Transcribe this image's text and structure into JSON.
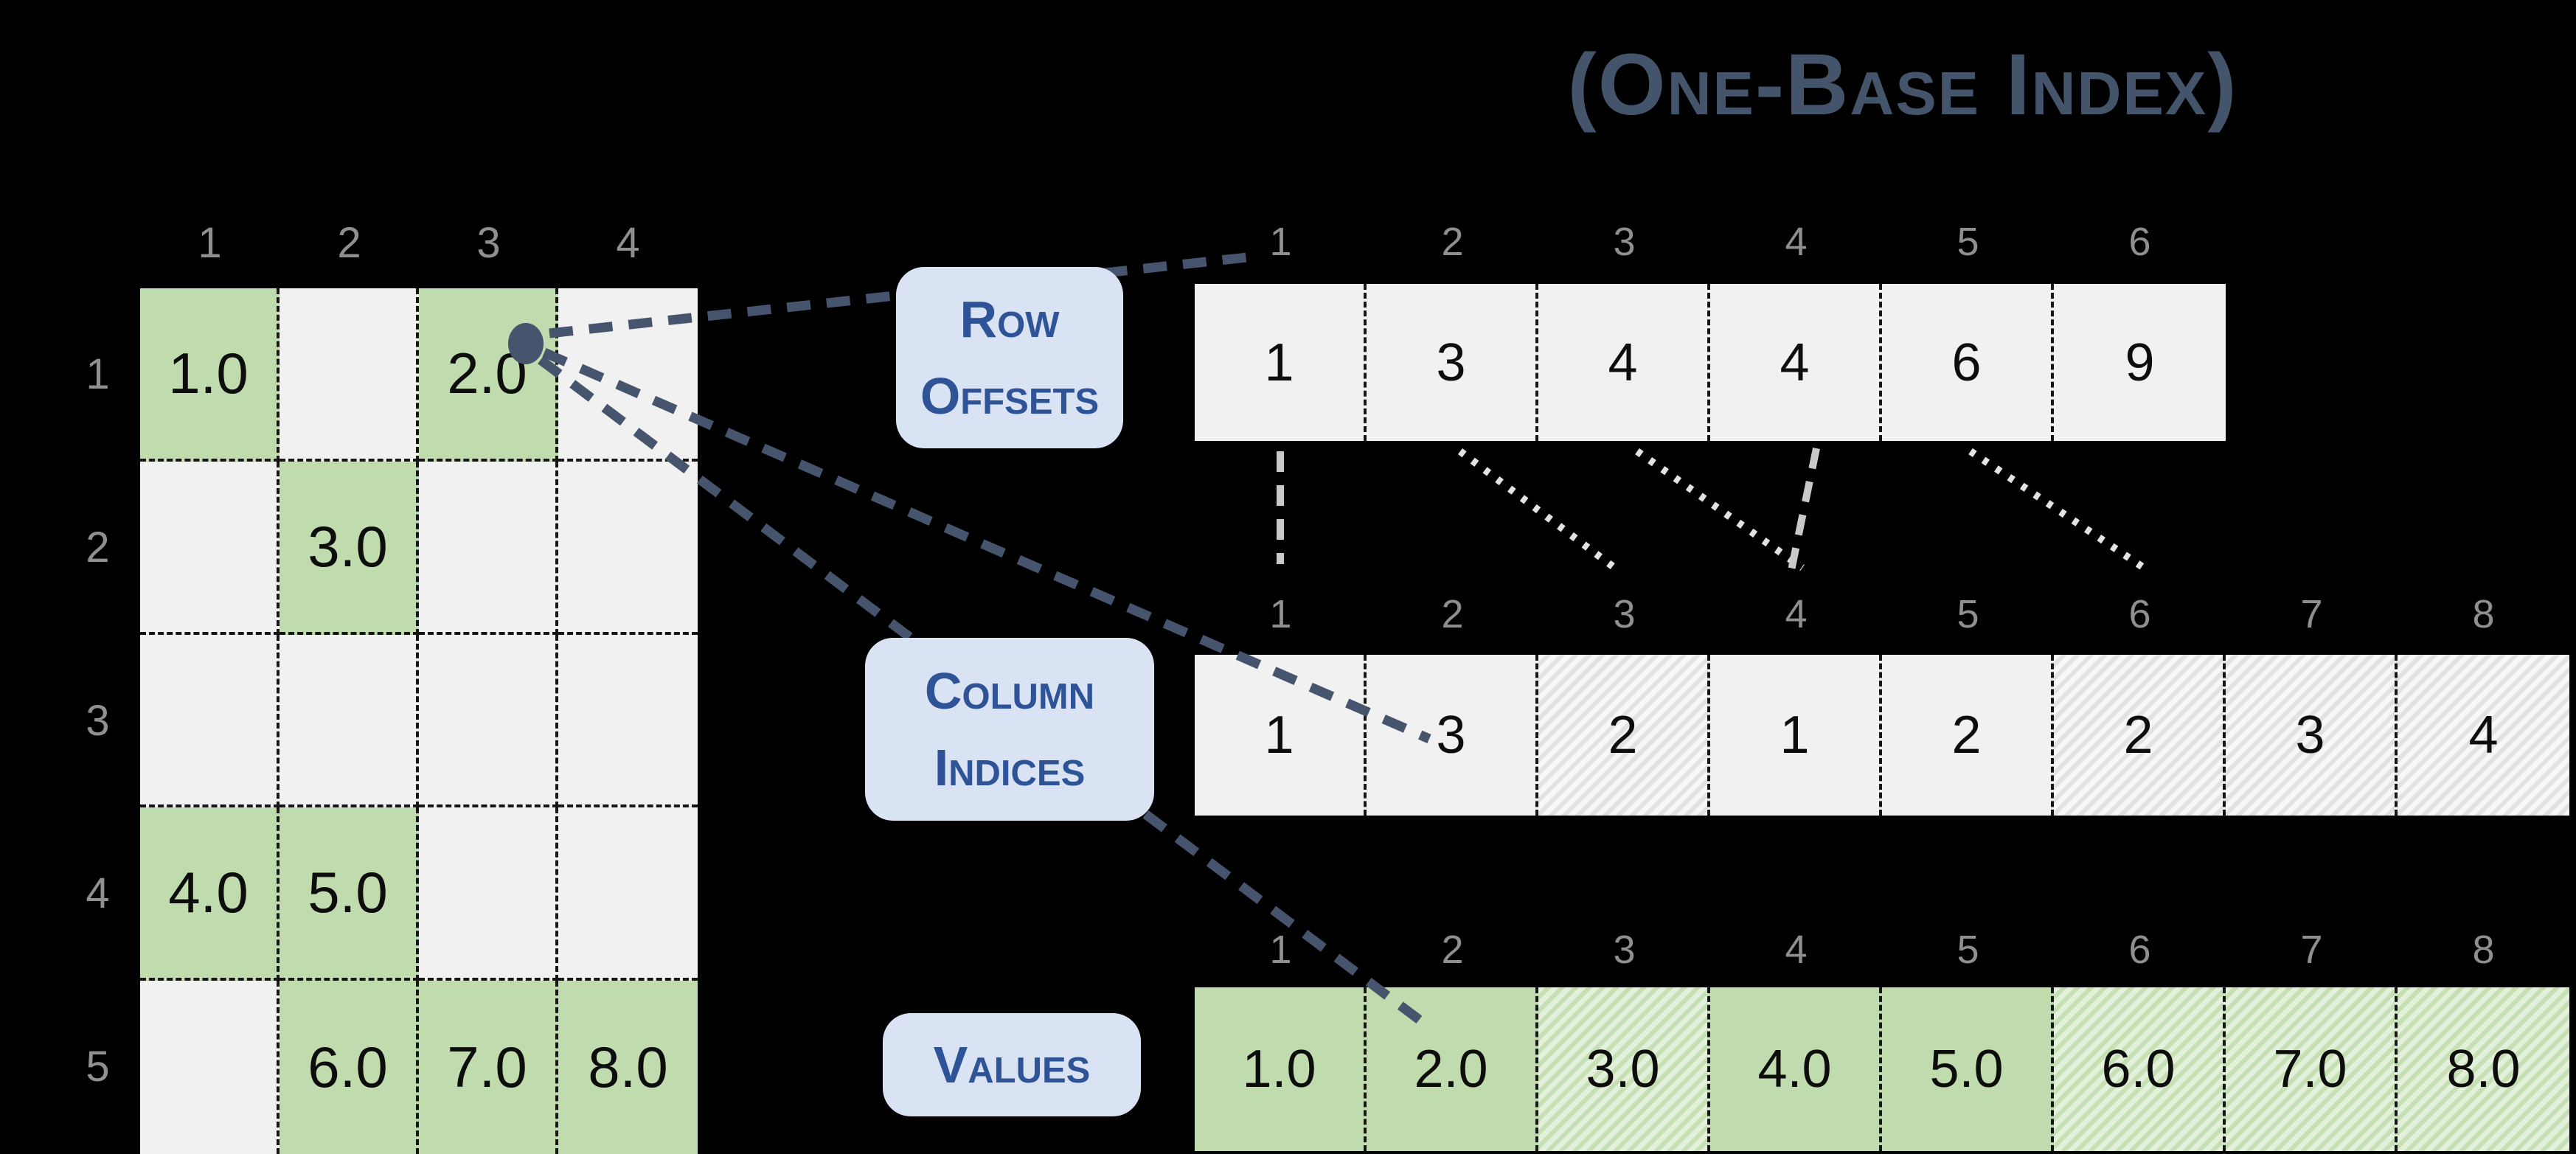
{
  "title": "(One-Base Index)",
  "matrix": {
    "col_labels": [
      "1",
      "2",
      "3",
      "4"
    ],
    "row_labels": [
      "1",
      "2",
      "3",
      "4",
      "5"
    ],
    "cells": [
      "1.0",
      "",
      "2.0",
      "",
      "",
      "3.0",
      "",
      "",
      "",
      "",
      "",
      "",
      "4.0",
      "5.0",
      "",
      "",
      "",
      "6.0",
      "7.0",
      "8.0"
    ]
  },
  "row_offsets": {
    "label": "Row Offsets",
    "label_line1": "Row",
    "label_line2": "Offsets",
    "indices": [
      "1",
      "2",
      "3",
      "4",
      "5",
      "6"
    ],
    "values": [
      "1",
      "3",
      "4",
      "4",
      "6",
      "9"
    ]
  },
  "column_indices": {
    "label": "Column Indices",
    "label_line1": "Column",
    "label_line2": "Indices",
    "indices": [
      "1",
      "2",
      "3",
      "4",
      "5",
      "6",
      "7",
      "8"
    ],
    "values": [
      "1",
      "3",
      "2",
      "1",
      "2",
      "2",
      "3",
      "4"
    ]
  },
  "values_array": {
    "label": "Values",
    "indices": [
      "1",
      "2",
      "3",
      "4",
      "5",
      "6",
      "7",
      "8"
    ],
    "values": [
      "1.0",
      "2.0",
      "3.0",
      "4.0",
      "5.0",
      "6.0",
      "7.0",
      "8.0"
    ]
  },
  "colors": {
    "background": "#000000",
    "matrix_green_cell": "#C0DBAD",
    "matrix_gray_cell": "#F1F1F1",
    "hatch_green_light": "#E3F0DA",
    "hatch_gray_light": "#E2E2E2",
    "label_box_fill": "#DAE3F4",
    "label_box_text": "#2E5497",
    "title_text": "#44546A",
    "pointer_navy": "#46556D",
    "index_label_gray": "#8F8F8F",
    "mapping_line_gray": "#DCDCDC"
  }
}
